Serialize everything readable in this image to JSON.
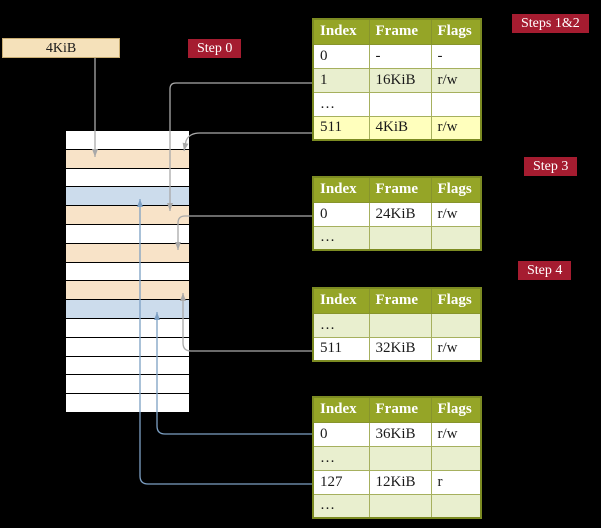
{
  "title": "Multi-level page table walk diagram",
  "colors": {
    "background": "#000000",
    "badge_bg": "#a51c30",
    "badge_text": "#ffffff",
    "table_header_bg": "#95a527",
    "table_header_text": "#ffffff",
    "table_border": "#7c8b22",
    "cell_border": "#a6b05e",
    "row_white": "#ffffff",
    "row_green": "#e9efcf",
    "row_yellow": "#ffffbd",
    "mem_white": "#ffffff",
    "mem_peach": "#f8e3c8",
    "mem_blue": "#ccdcec",
    "frame_box_bg": "#f5e1ba",
    "arrow_gray": "#a9a9a9",
    "arrow_blue": "#7da0c4"
  },
  "frame_box": {
    "label": "4KiB"
  },
  "badges": {
    "step0": "Step 0",
    "steps12": "Steps 1&2",
    "step3": "Step 3",
    "step4": "Step 4"
  },
  "memory": {
    "rows": [
      "white",
      "peach",
      "white",
      "blue",
      "peach",
      "white",
      "peach",
      "white",
      "peach",
      "blue",
      "white",
      "white",
      "white",
      "white",
      "white"
    ]
  },
  "tables": [
    {
      "name": "page-table-steps-1-2",
      "headers": [
        "Index",
        "Frame",
        "Flags"
      ],
      "rows": [
        {
          "bg": "row_white",
          "cells": [
            "0",
            "-",
            "-"
          ]
        },
        {
          "bg": "row_green",
          "cells": [
            "1",
            "16KiB",
            "r/w"
          ]
        },
        {
          "bg": "row_white",
          "cells": [
            "…",
            "",
            ""
          ]
        },
        {
          "bg": "row_yellow",
          "cells": [
            "511",
            "4KiB",
            "r/w"
          ]
        }
      ]
    },
    {
      "name": "page-table-step-3",
      "headers": [
        "Index",
        "Frame",
        "Flags"
      ],
      "rows": [
        {
          "bg": "row_white",
          "cells": [
            "0",
            "24KiB",
            "r/w"
          ]
        },
        {
          "bg": "row_green",
          "cells": [
            "…",
            "",
            ""
          ]
        }
      ]
    },
    {
      "name": "page-table-step-4",
      "headers": [
        "Index",
        "Frame",
        "Flags"
      ],
      "rows": [
        {
          "bg": "row_green",
          "cells": [
            "…",
            "",
            ""
          ]
        },
        {
          "bg": "row_white",
          "cells": [
            "511",
            "32KiB",
            "r/w"
          ]
        }
      ]
    },
    {
      "name": "page-table-final",
      "headers": [
        "Index",
        "Frame",
        "Flags"
      ],
      "rows": [
        {
          "bg": "row_white",
          "cells": [
            "0",
            "36KiB",
            "r/w"
          ]
        },
        {
          "bg": "row_green",
          "cells": [
            "…",
            "",
            ""
          ]
        },
        {
          "bg": "row_white",
          "cells": [
            "127",
            "12KiB",
            "r"
          ]
        },
        {
          "bg": "row_green",
          "cells": [
            "…",
            "",
            ""
          ]
        }
      ]
    }
  ]
}
